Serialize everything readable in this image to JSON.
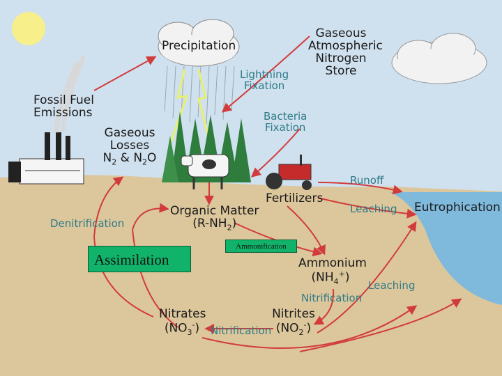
{
  "labels": {
    "precipitation": "Precipitation",
    "gaseous_store_1": "Gaseous",
    "gaseous_store_2": "Atmospheric",
    "gaseous_store_3": "Nitrogen",
    "gaseous_store_4": "Store",
    "lightning_1": "Lightning",
    "lightning_2": "Fixation",
    "fossil_1": "Fossil Fuel",
    "fossil_2": "Emissions",
    "bacteria_1": "Bacteria",
    "bacteria_2": "Fixation",
    "losses_1": "Gaseous",
    "losses_2": "Losses",
    "losses_n2_a": "N",
    "losses_n2_sub": "2",
    "losses_amp": " & N",
    "losses_n2o_sub": "2",
    "losses_o": "O",
    "organic_1": "Organic Matter",
    "organic_2a": "(R-NH",
    "organic_2sub": "2",
    "organic_2b": ")",
    "fertilizers": "Fertilizers",
    "runoff": "Runoff",
    "leaching_top": "Leaching",
    "eutrophication": "Eutrophication",
    "denitrification": "Denitrification",
    "ammonium_1": "Ammonium",
    "ammonium_2a": "(NH",
    "ammonium_2sub": "4",
    "ammonium_2sup": "+",
    "ammonium_2b": ")",
    "nitrification_right": "Nitrification",
    "leaching_right": "Leaching",
    "nitrates_1": "Nitrates",
    "nitrates_2a": "(NO",
    "nitrates_2sub": "3",
    "nitrates_2sup": "-",
    "nitrates_2b": ")",
    "nitrification_bottom": "Nitrification",
    "nitrites_1": "Nitrites",
    "nitrites_2a": "(NO",
    "nitrites_2sub": "2",
    "nitrites_2sup": "-",
    "nitrites_2b": ")",
    "assimilation": "Assimilation",
    "ammonification": "Ammonification"
  },
  "colors": {
    "sky": "#cfe0ee",
    "soil": "#dcc79c",
    "water": "#7fb9dc",
    "arrow": "#d23b3b",
    "label_red": "#b23a3a",
    "label_teal": "#2f7a86",
    "box_green": "#11b36a"
  }
}
